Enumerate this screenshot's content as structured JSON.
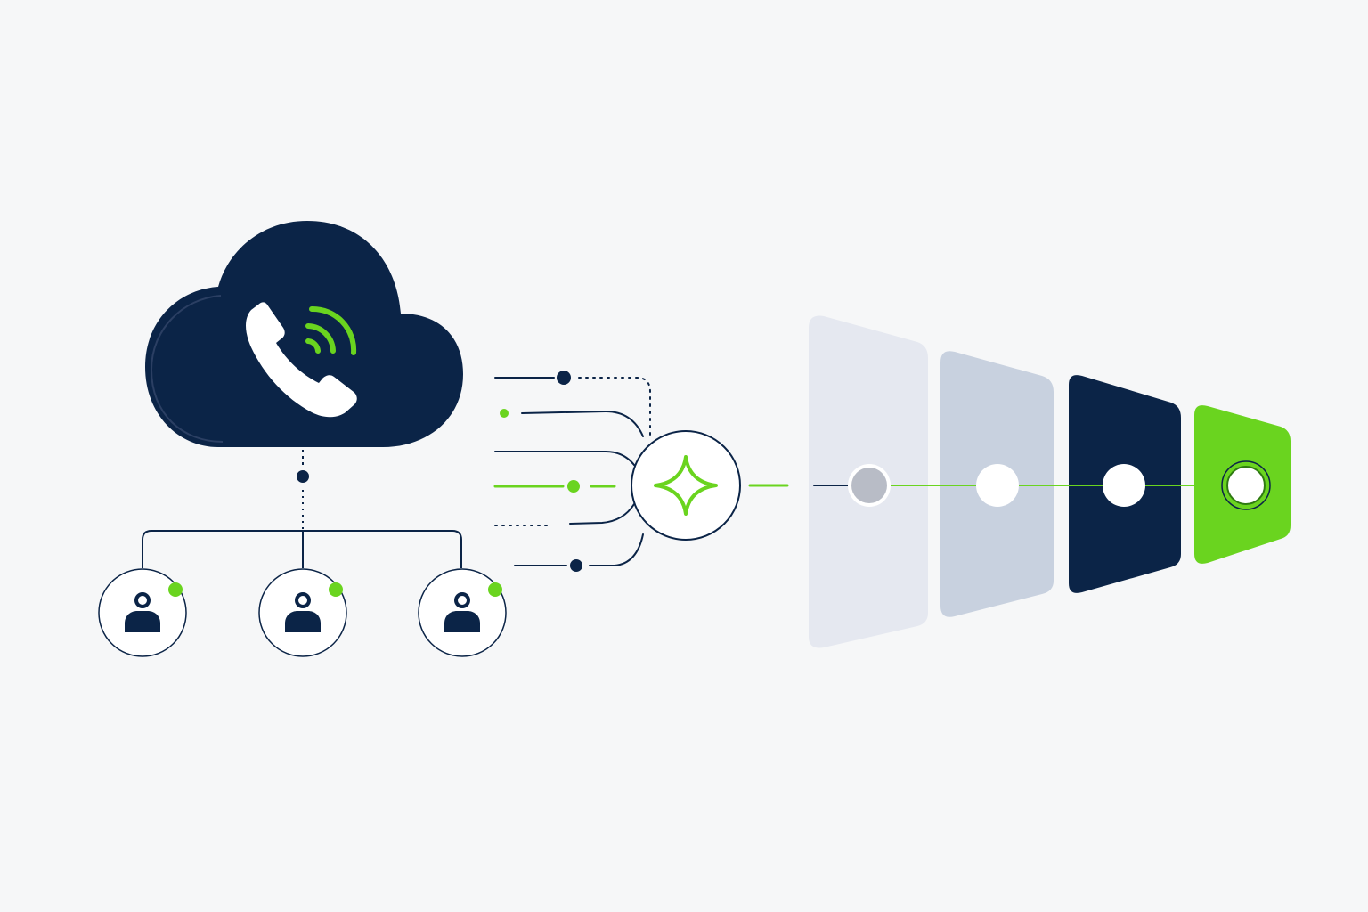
{
  "colors": {
    "background": "#f6f7f8",
    "navy": "#0b2447",
    "green": "#6ad41f",
    "panel_light": "#e5e8f0",
    "panel_medium": "#c8d1df",
    "muted_node": "#b8bcc6",
    "white": "#ffffff"
  },
  "icons": {
    "cloud": "cloud-icon",
    "phone": "phone-icon",
    "signal": "signal-waves-icon",
    "user": "user-icon",
    "online": "online-status-dot",
    "hub": "sparkle-star-icon",
    "stage_node": "circle-node-icon"
  },
  "agents": [
    {
      "id": "agent-1",
      "online": true
    },
    {
      "id": "agent-2",
      "online": true
    },
    {
      "id": "agent-3",
      "online": true
    }
  ],
  "stages": [
    {
      "id": "stage-1",
      "color": "#e5e8f0",
      "node_fill": "#b8bcc6"
    },
    {
      "id": "stage-2",
      "color": "#c8d1df",
      "node_fill": "#ffffff"
    },
    {
      "id": "stage-3",
      "color": "#0b2447",
      "node_fill": "#ffffff"
    },
    {
      "id": "stage-4",
      "color": "#6ad41f",
      "node_fill": "#ffffff"
    }
  ]
}
